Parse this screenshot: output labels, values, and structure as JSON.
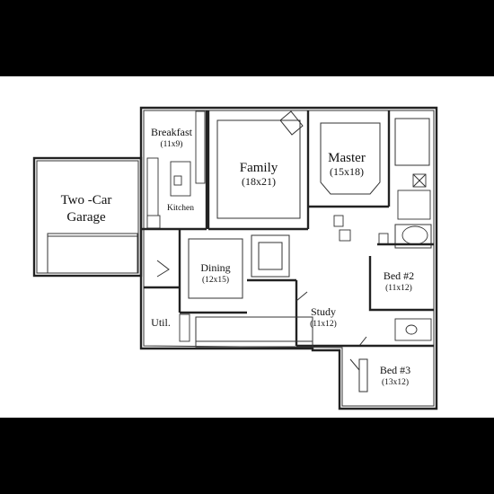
{
  "rooms": {
    "garage": {
      "name_line1": "Two -Car",
      "name_line2": "Garage"
    },
    "breakfast": {
      "name": "Breakfast",
      "size": "(11x9)"
    },
    "kitchen": {
      "name": "Kitchen"
    },
    "family": {
      "name": "Family",
      "size": "(18x21)"
    },
    "master": {
      "name": "Master",
      "size": "(15x18)"
    },
    "dining": {
      "name": "Dining",
      "size": "(12x15)"
    },
    "utility": {
      "name": "Util."
    },
    "study": {
      "name": "Study",
      "size": "(11x12)"
    },
    "bed2": {
      "name": "Bed #2",
      "size": "(11x12)"
    },
    "bed3": {
      "name": "Bed #3",
      "size": "(13x12)"
    }
  }
}
